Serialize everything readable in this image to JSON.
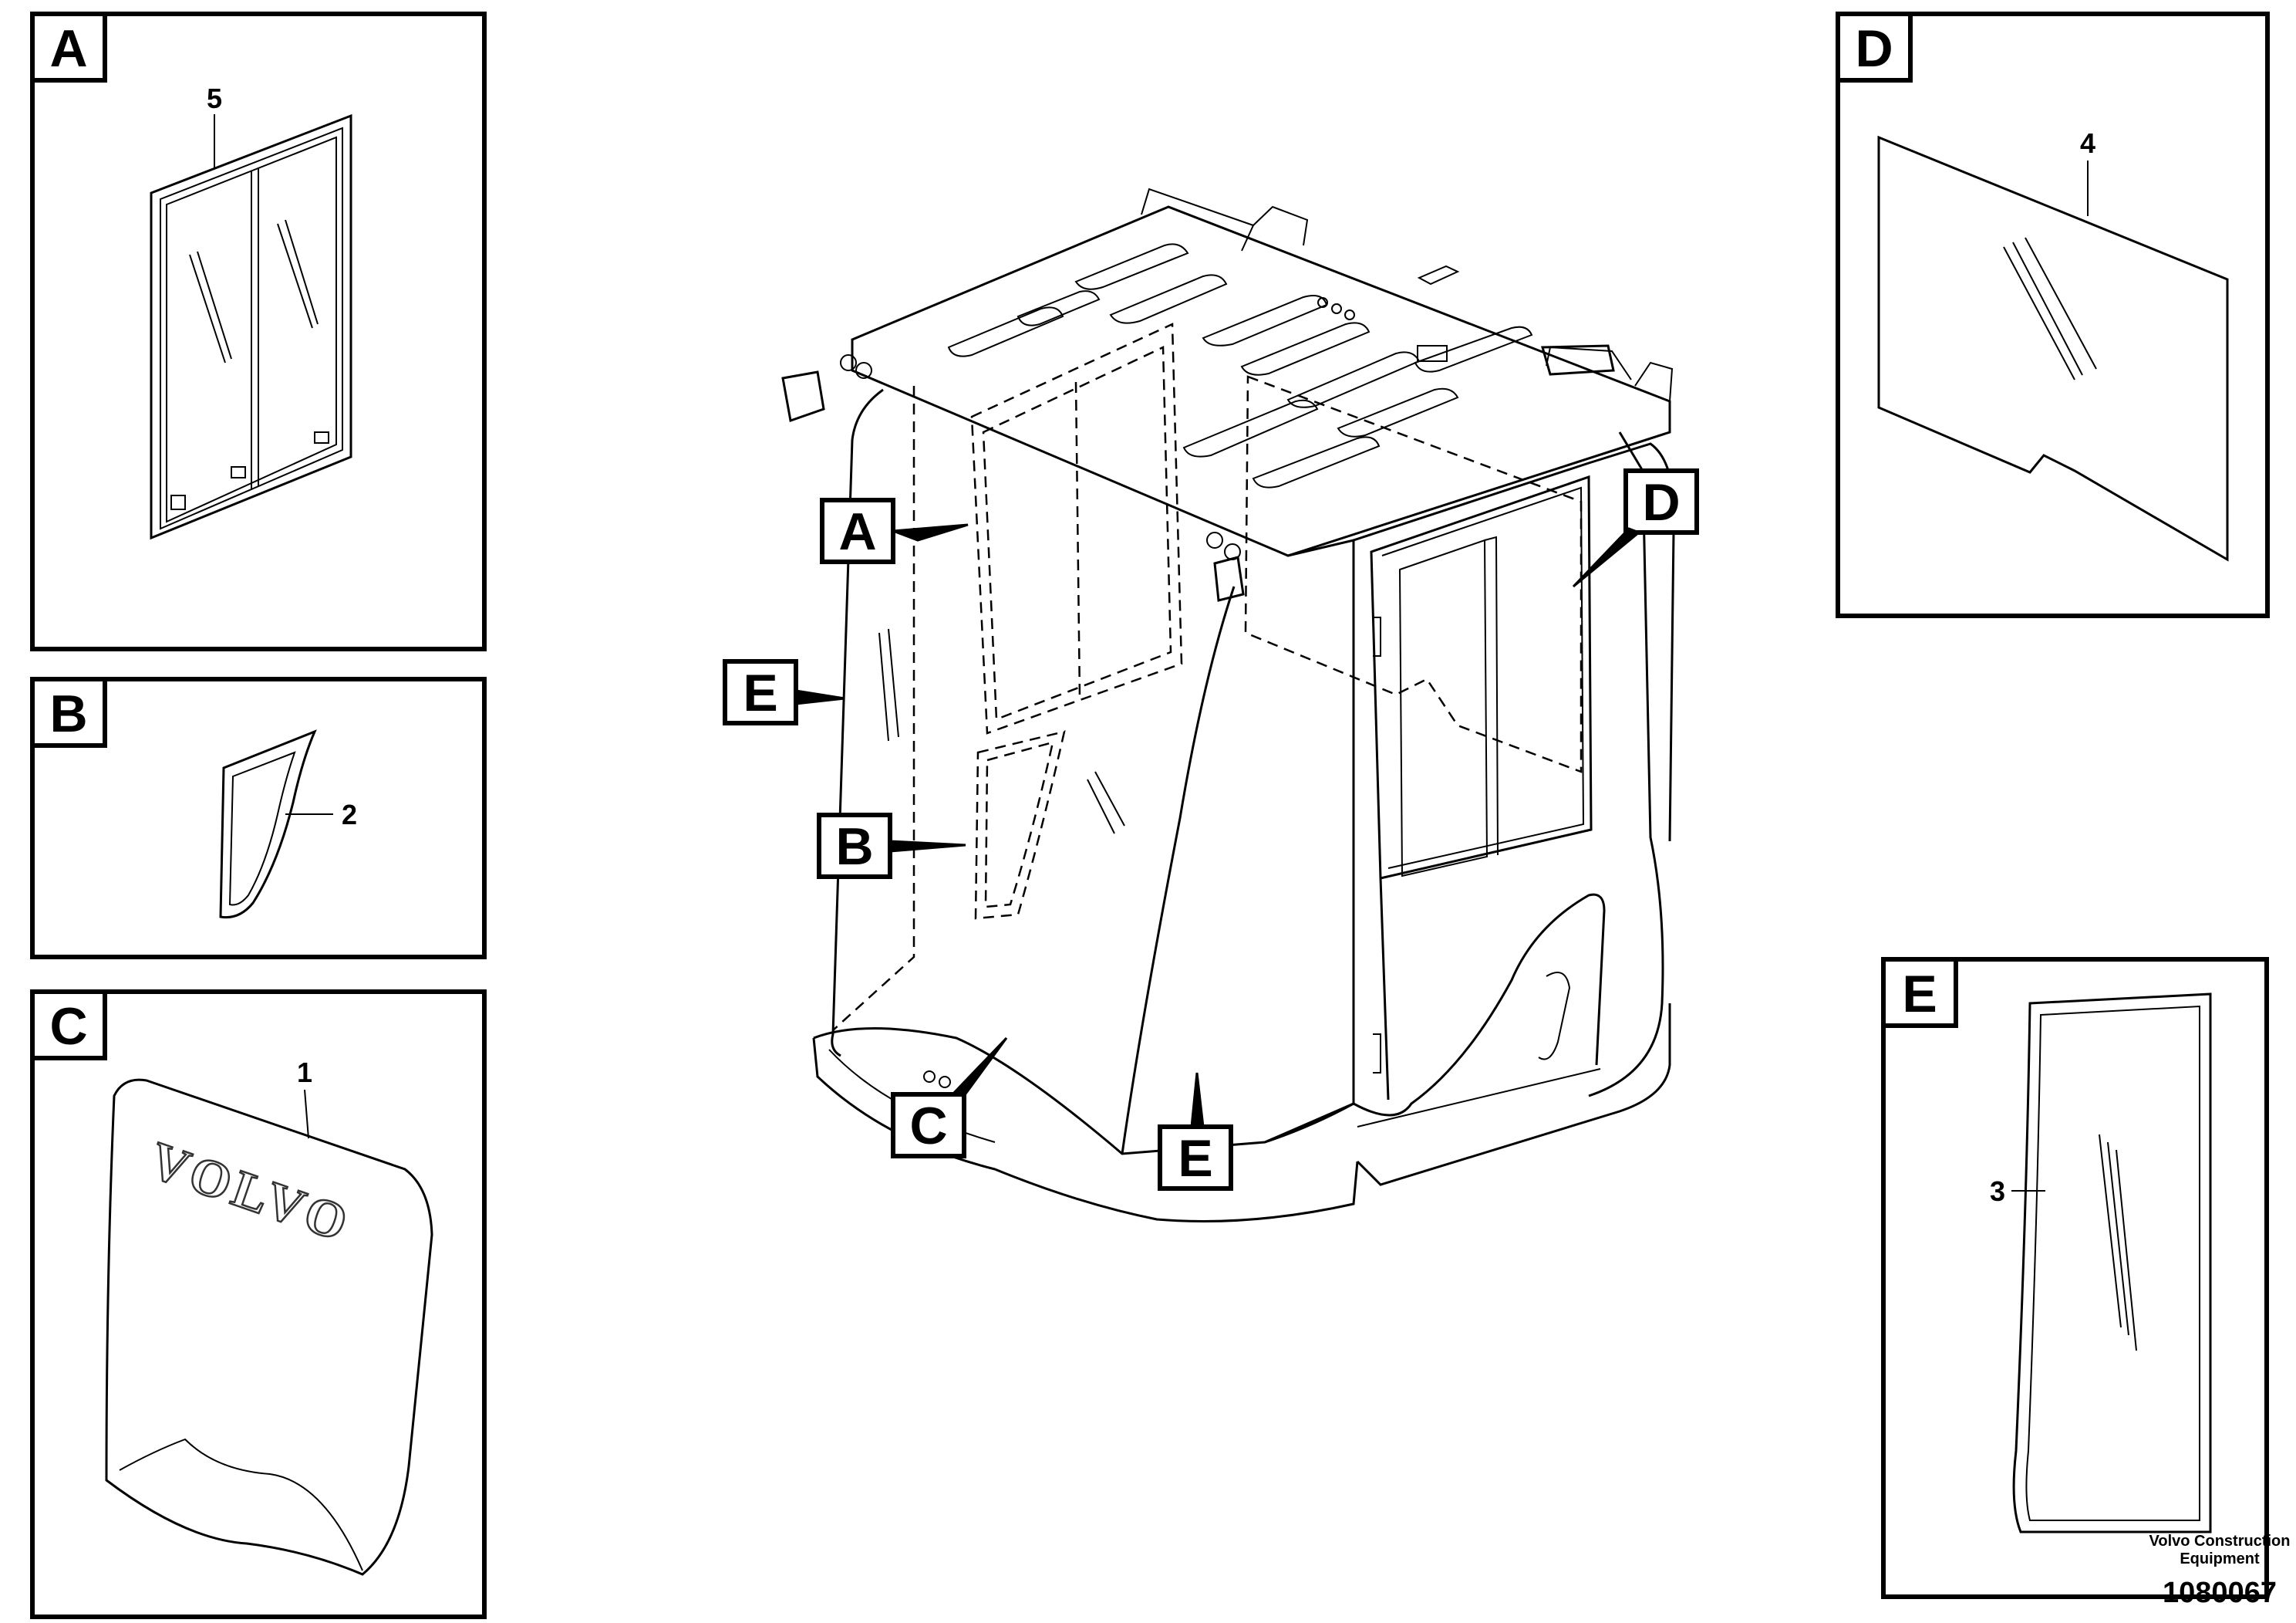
{
  "callouts": {
    "A": "A",
    "B": "B",
    "C": "C",
    "D": "D",
    "E": "E"
  },
  "parts": {
    "p1": "1",
    "p2": "2",
    "p3": "3",
    "p4": "4",
    "p5": "5"
  },
  "logo_text": "VOLVO",
  "footer": {
    "company_line1": "Volvo Construction",
    "company_line2": "Equipment",
    "drawing_number": "1080067"
  }
}
